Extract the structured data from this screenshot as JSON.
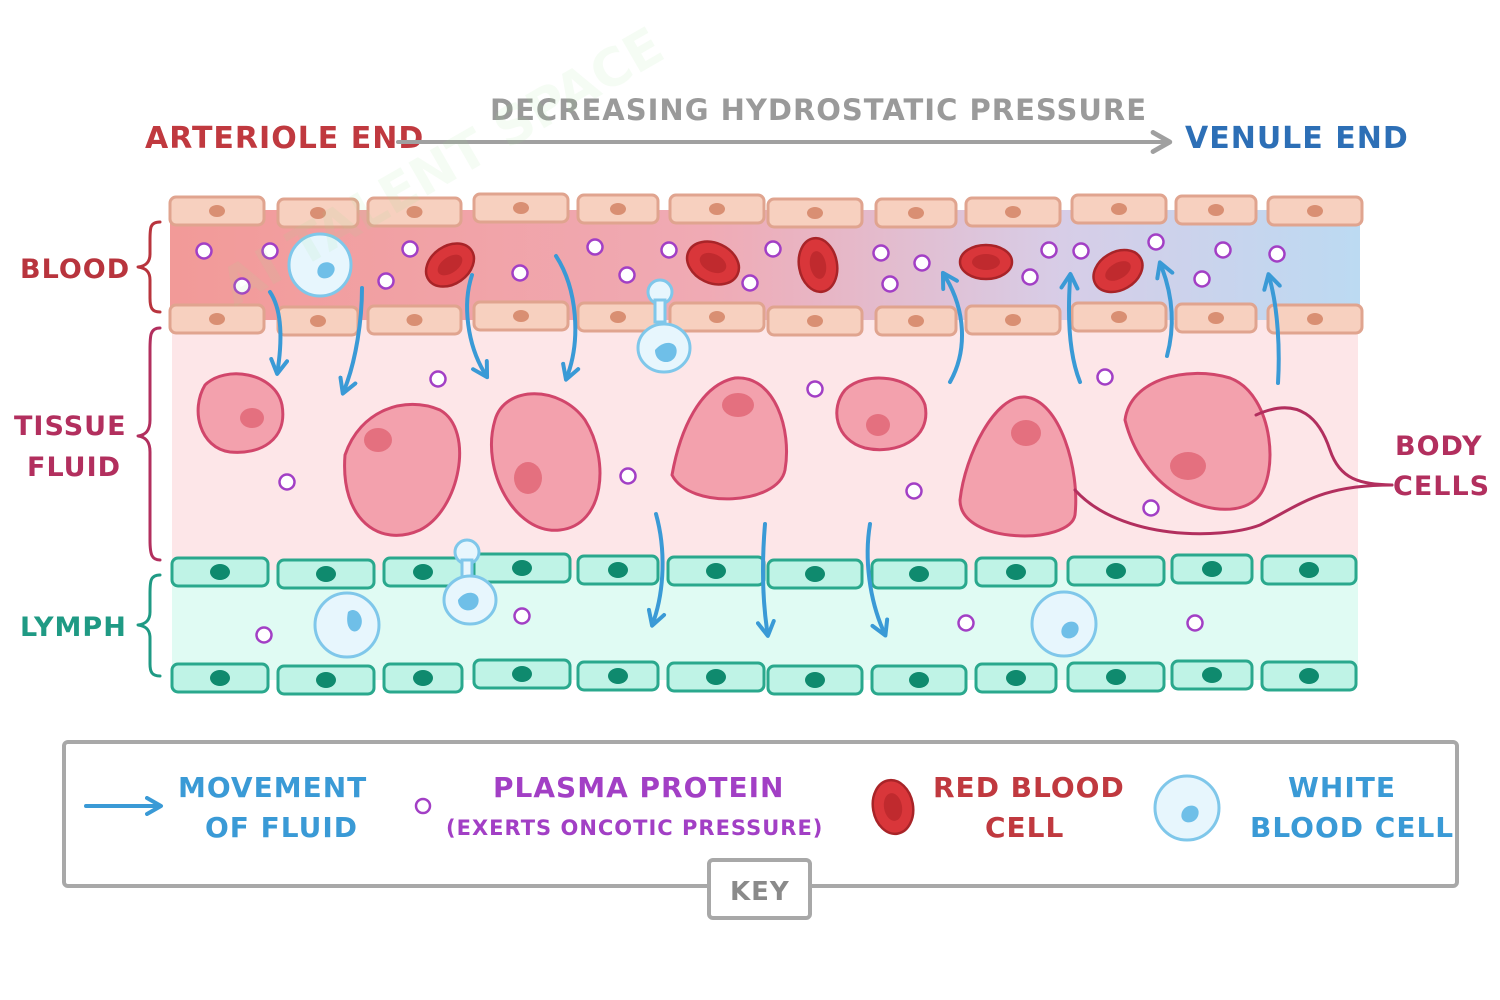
{
  "header": {
    "arteriole_label": "ARTERIOLE END",
    "pressure_label": "DECREASING HYDROSTATIC PRESSURE",
    "venule_label": "VENULE END"
  },
  "regions": {
    "blood": "BLOOD",
    "tissue_fluid_line1": "TISSUE",
    "tissue_fluid_line2": "FLUID",
    "lymph": "LYMPH"
  },
  "callouts": {
    "body_cells_line1": "BODY",
    "body_cells_line2": "CELLS"
  },
  "key": {
    "title": "KEY",
    "movement_line1": "MOVEMENT",
    "movement_line2": "OF FLUID",
    "protein_line1": "PLASMA PROTEIN",
    "protein_line2": "(EXERTS ONCOTIC PRESSURE)",
    "rbc_line1": "RED BLOOD",
    "rbc_line2": "CELL",
    "wbc_line1": "WHITE",
    "wbc_line2": "BLOOD CELL"
  },
  "watermark": "AI TALENT SPACE",
  "colors": {
    "arteriole": "#c0393f",
    "venule": "#2d6fb6",
    "pressure_text": "#9a9a9a",
    "region_blood": "#b8343d",
    "region_tissue": "#b22f5e",
    "region_lymph": "#1f9a84",
    "fluid_arrow": "#3a9ad6",
    "plasma_protein": "#a23fc5",
    "red_blood_cell": "#d9363a",
    "white_blood_cell": "#7fc7ea",
    "body_cell": "#f3a1ad",
    "endothelial_cell": "#f7d0bf",
    "lymph_cell": "#bff3e6"
  }
}
